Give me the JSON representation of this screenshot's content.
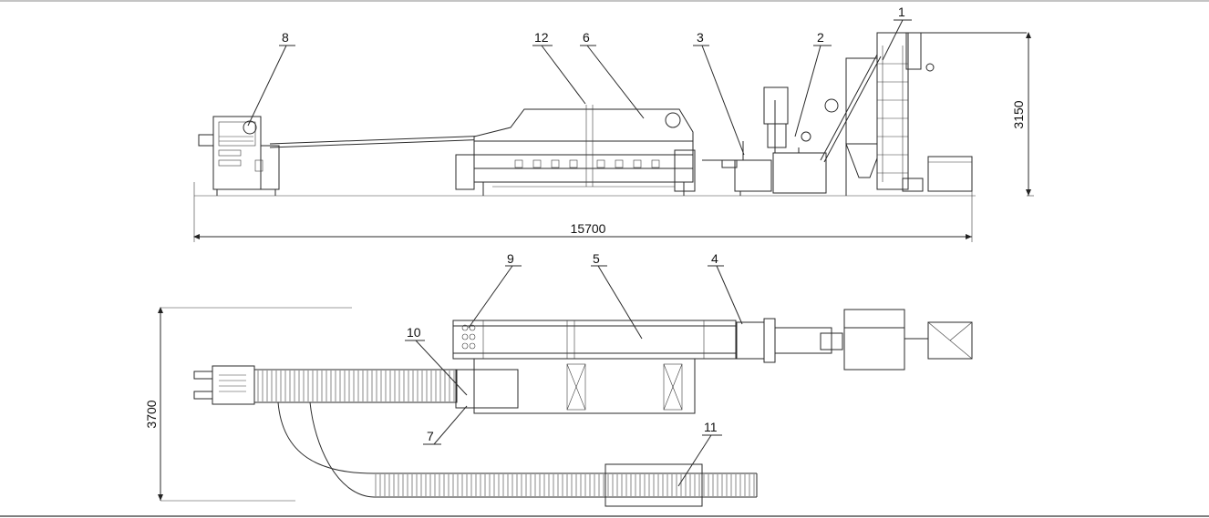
{
  "dimensions": {
    "total_length": "15700",
    "height": "3150",
    "width": "3700"
  },
  "callouts": [
    "1",
    "2",
    "3",
    "4",
    "5",
    "6",
    "7",
    "8",
    "9",
    "10",
    "11",
    "12"
  ]
}
